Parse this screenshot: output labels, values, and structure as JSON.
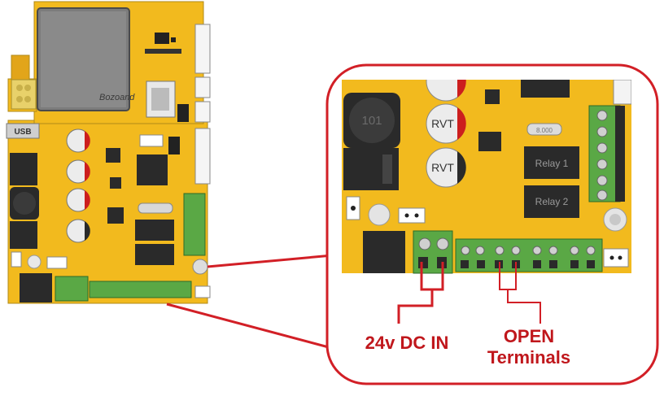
{
  "colors": {
    "board": "#f2ba1e",
    "board_edge": "#9a7a14",
    "callout": "#d21f26",
    "callout_text": "#c0171c",
    "terminal": "#5aa845",
    "chip": "#2a2a2a"
  },
  "board": {
    "usb_label": "USB",
    "sim_label": "Bozoand",
    "inductor_label": "101",
    "capacitor_label": "RVT",
    "relay1_label": "Relay 1",
    "relay2_label": "Relay 2",
    "crystal_label": "8.000"
  },
  "callout": {
    "dc_in_label": "24v DC IN",
    "open_line1": "OPEN",
    "open_line2": "Terminals"
  },
  "icons": {
    "zoom_frame": "rounded-rectangle",
    "leader": "line"
  }
}
